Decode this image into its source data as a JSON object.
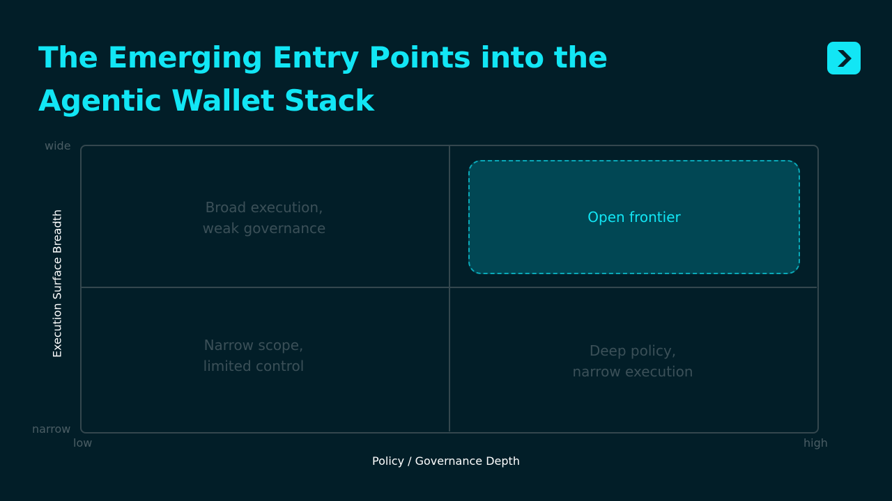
{
  "title": "The Emerging Entry Points into the Agentic Wallet Stack",
  "next_button": {
    "icon": "chevron-right-icon",
    "color": "#12e6f5"
  },
  "diagram": {
    "x_axis": {
      "label": "Policy / Governance Depth",
      "low": "low",
      "high": "high"
    },
    "y_axis": {
      "label": "Execution Surface Breadth",
      "low": "narrow",
      "high": "wide"
    },
    "quadrants": {
      "top_left": [
        "Broad execution,",
        "weak governance"
      ],
      "top_right": "Open frontier",
      "bottom_left": [
        "Narrow scope,",
        "limited control"
      ],
      "bottom_right": [
        "Deep policy,",
        "narrow execution"
      ]
    },
    "highlighted_quadrant": "top_right",
    "colors": {
      "background": "#021e28",
      "accent": "#12e6f5",
      "highlight_fill": "#014754",
      "grid": "#34474e"
    }
  }
}
